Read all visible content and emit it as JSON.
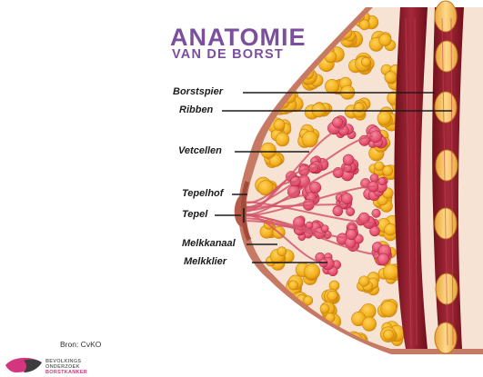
{
  "title": {
    "line1": "ANATOMIE",
    "line2": "VAN DE BORST"
  },
  "labels": [
    {
      "id": "borstspier",
      "text": "Borstspier"
    },
    {
      "id": "ribben",
      "text": "Ribben"
    },
    {
      "id": "vetcellen",
      "text": "Vetcellen"
    },
    {
      "id": "tepelhof",
      "text": "Tepelhof"
    },
    {
      "id": "tepel",
      "text": "Tepel"
    },
    {
      "id": "melkkanaal",
      "text": "Melkkanaal"
    },
    {
      "id": "melkklier",
      "text": "Melkklier"
    }
  ],
  "source": "Bron: CvKO",
  "logo": {
    "line1": "BEVOLKINGS",
    "line2": "ONDERZOEK",
    "line3": "BORSTKANKER"
  },
  "colors": {
    "title": "#7b4f9e",
    "skin": "#c77a63",
    "fat": "#f2b01e",
    "gland": "#e34d6c",
    "muscle": "#8e1c28",
    "rib": "#f4c25a",
    "logo_pink": "#d3357f"
  }
}
